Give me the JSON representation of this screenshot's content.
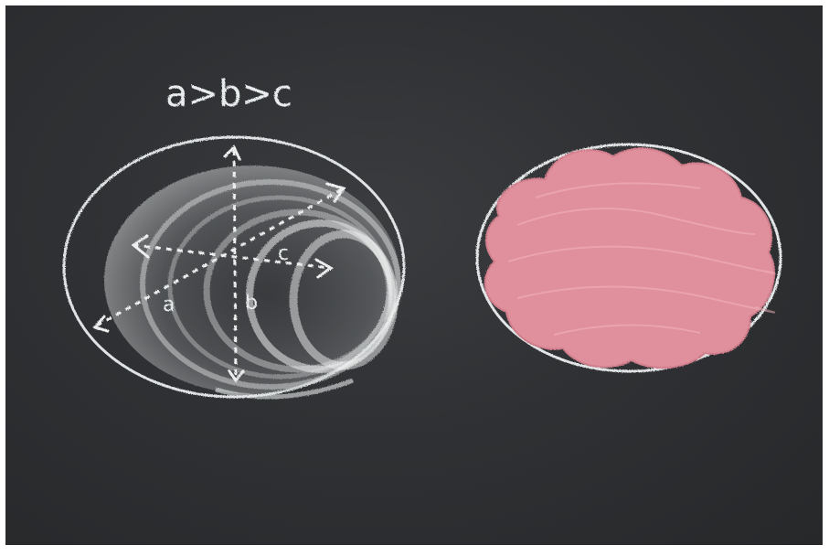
{
  "scene": {
    "inequality": "a>b>c",
    "axis_labels": {
      "a": "a",
      "b": "b",
      "c": "c"
    },
    "colors": {
      "board": "#2f3134",
      "chalk_white": "#e8ecec",
      "chalk_pink": "#e08f9c"
    }
  }
}
